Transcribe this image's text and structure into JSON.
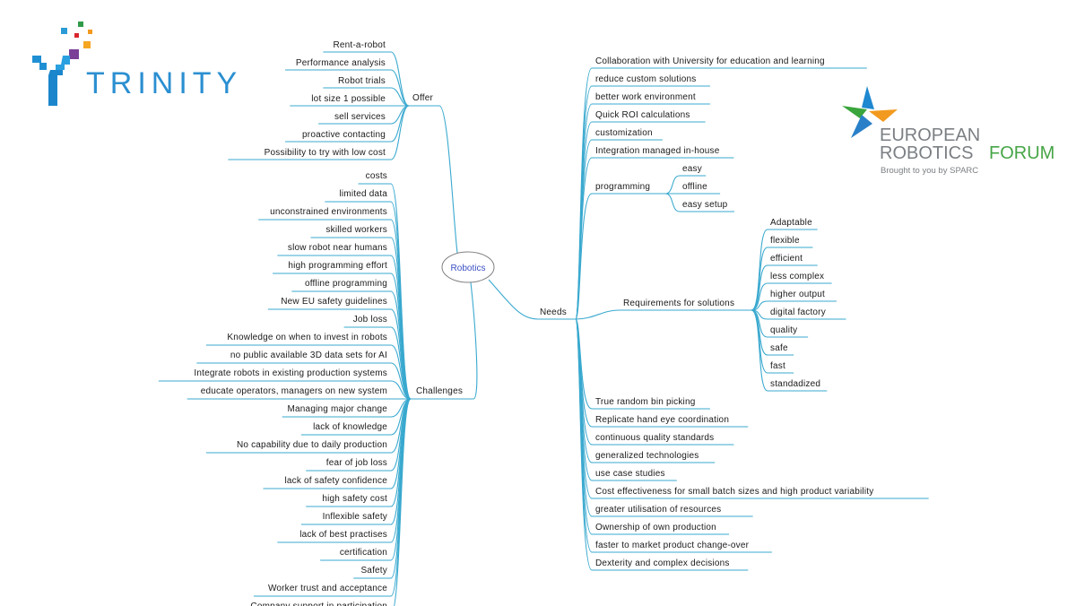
{
  "logos": {
    "trinity": {
      "text": "TRINITY"
    },
    "erf": {
      "line1": "EUROPEAN",
      "line2a": "ROBOTICS",
      "line2b": "FORUM",
      "tagline": "Brought to you by SPARC"
    }
  },
  "colors": {
    "edge": "#3aa9cf",
    "root_text": "#3b4fc4",
    "erf_grey": "#7b7f83",
    "erf_green": "#46a546",
    "trinity_blue": "#2b8fd1"
  },
  "mindmap": {
    "root": "Robotics",
    "branches": {
      "offer": {
        "label": "Offer",
        "items": [
          "Rent-a-robot",
          "Performance analysis",
          "Robot trials",
          "lot size 1 possible",
          "sell services",
          "proactive contacting",
          "Possibility to try with low cost"
        ]
      },
      "challenges": {
        "label": "Challenges",
        "items": [
          "costs",
          "limited data",
          "unconstrained environments",
          "skilled workers",
          "slow robot near humans",
          "high programming effort",
          "offline programming",
          "New EU safety guidelines",
          "Job loss",
          "Knowledge on when to invest in robots",
          "no public available 3D data sets for AI",
          "Integrate robots in existing production systems",
          "educate operators, managers on new system",
          "Managing major change",
          "lack of knowledge",
          "No capability due to daily production",
          "fear of job loss",
          "lack of safety confidence",
          "high safety cost",
          "Inflexible safety",
          "lack of best practises",
          "certification",
          "Safety",
          "Worker trust and acceptance",
          "Company support in participation"
        ]
      },
      "needs": {
        "label": "Needs",
        "items_top": [
          "Collaboration with University for education and learning",
          "reduce custom solutions",
          "better work environment",
          "Quick ROI calculations",
          "customization",
          "Integration managed in-house"
        ],
        "programming": {
          "label": "programming",
          "items": [
            "easy",
            "offline",
            "easy setup"
          ]
        },
        "requirements": {
          "label": "Requirements for solutions",
          "items": [
            "Adaptable",
            "flexible",
            "efficient",
            "less complex",
            "higher output",
            "digital factory",
            "quality",
            "safe",
            "fast",
            "standadized"
          ]
        },
        "items_bottom": [
          "True random bin picking",
          "Replicate hand eye coordination",
          "continuous quality standards",
          "generalized technologies",
          "use case studies",
          "Cost effectiveness for small batch sizes and high product variability",
          "greater utilisation of resources",
          "Ownership of own production",
          "faster to market product change-over",
          "Dexterity and complex decisions"
        ]
      }
    }
  }
}
